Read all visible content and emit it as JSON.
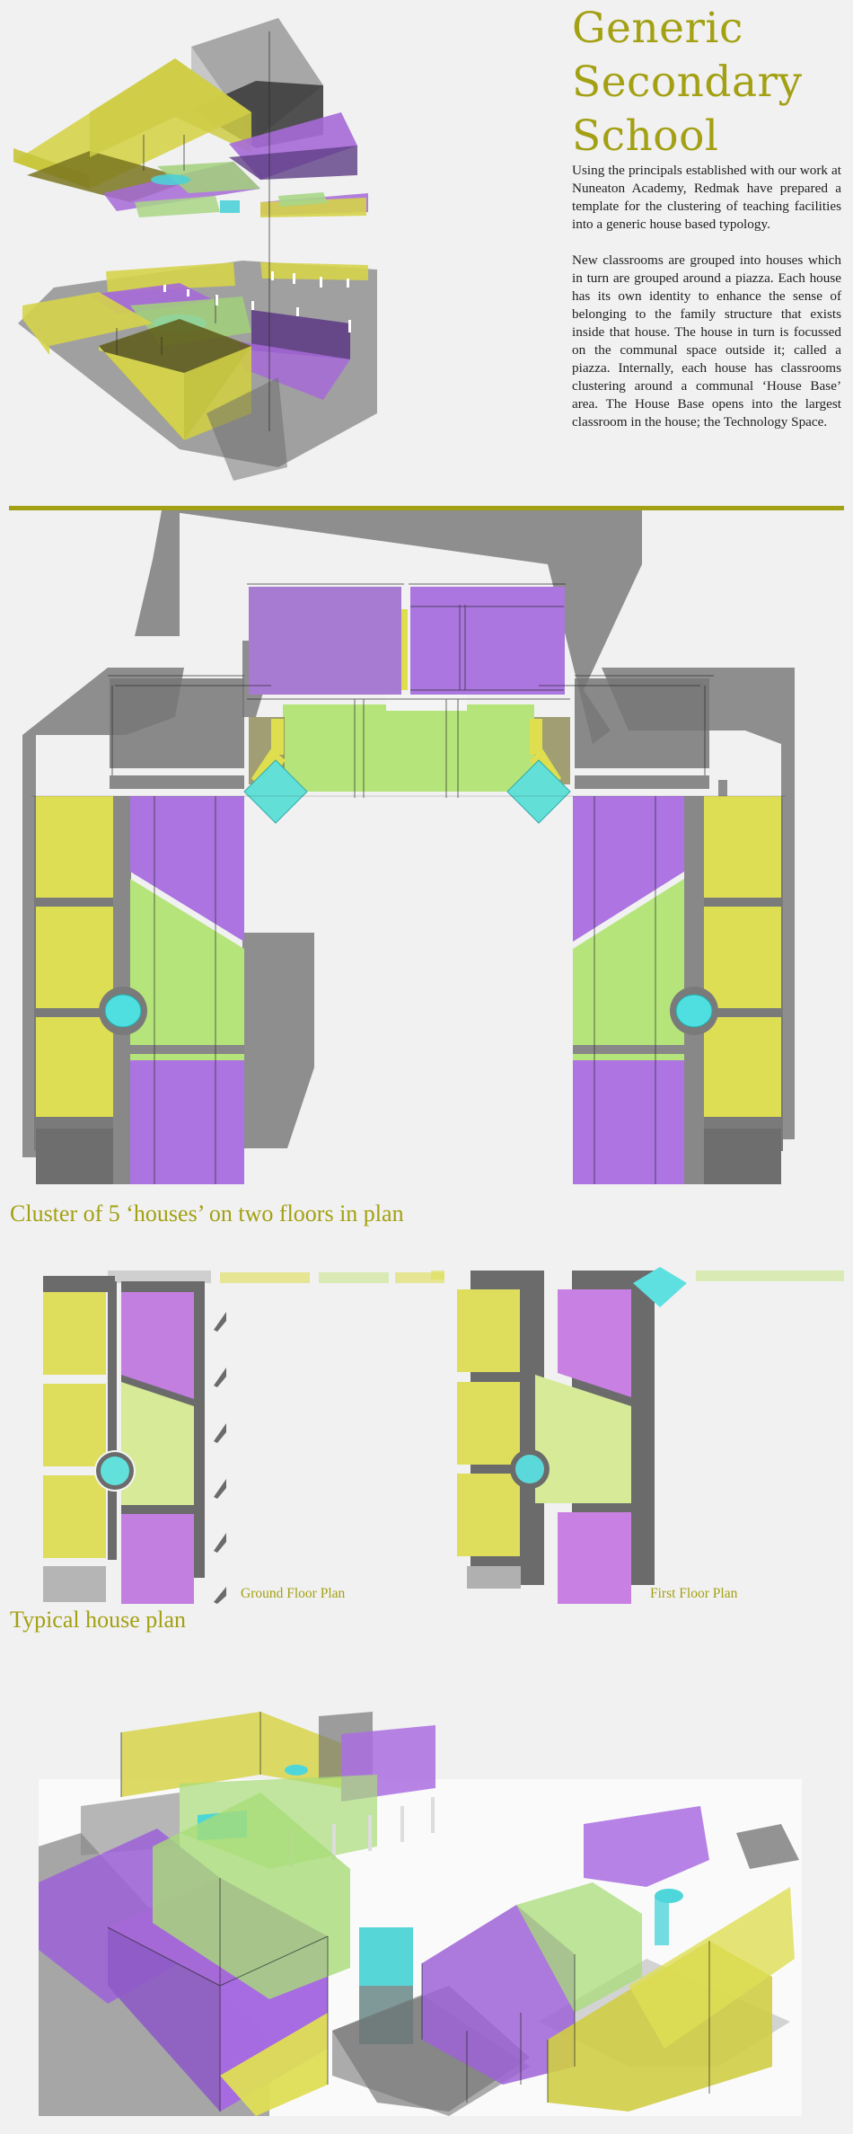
{
  "header": {
    "title_lines": [
      "Generic",
      "Secondary",
      "School"
    ],
    "accent_color": "#a3a013"
  },
  "intro": {
    "paragraphs": [
      "Using the principals established with our work at Nuneaton Academy, Redmak have prepared a template for the clustering of teaching facilities into a generic house based typology.",
      "New classrooms are grouped into houses which in turn are grouped around a piazza. Each house has its own identity to enhance the sense of belonging to the family structure that exists inside that house. The house in turn is focussed on the communal space outside it; called a piazza. Internally, each house has classrooms clustering around a communal ‘House Base’ area. The House Base opens into the largest classroom in the house; the Technology Space."
    ]
  },
  "figures": {
    "exploded_axonometric": {
      "alt": "Exploded axonometric of house levels"
    },
    "cluster_plan": {
      "caption": "Cluster of 5 ‘houses’ on two floors in plan"
    },
    "house_plans": {
      "caption": "Typical house plan",
      "ground_label": "Ground Floor Plan",
      "first_label": "First Floor Plan"
    },
    "cluster_axonometric": {
      "alt": "Axonometric view of house cluster"
    }
  },
  "palette": {
    "yellow": "#dedd55",
    "purple": "#aa72dc",
    "green": "#b5e57a",
    "cyan": "#5ee0dc",
    "shadow": "#8a8a8a",
    "dark": "#6b6b6b"
  }
}
